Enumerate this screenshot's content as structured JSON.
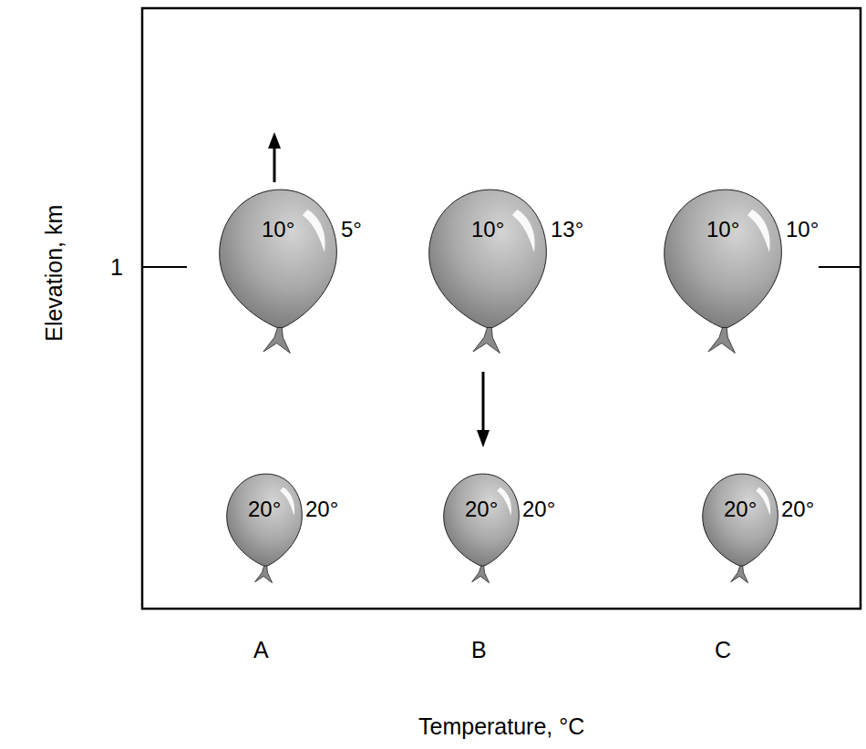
{
  "diagram": {
    "nodes": [
      {
        "text": [
          "10°",
          "5°"
        ]
      },
      {
        "text": [
          "10°",
          "13°"
        ]
      },
      {
        "text": [
          "10°",
          "10°"
        ]
      },
      {
        "text": [
          "20°",
          "20°"
        ]
      },
      {
        "text": [
          "20°",
          "20°"
        ]
      },
      {
        "text": [
          "20°",
          "20°"
        ]
      }
    ],
    "edges": [],
    "labels": [
      "Elevation, km",
      "1",
      "A",
      "B",
      "C",
      "Temperature, °C"
    ]
  }
}
